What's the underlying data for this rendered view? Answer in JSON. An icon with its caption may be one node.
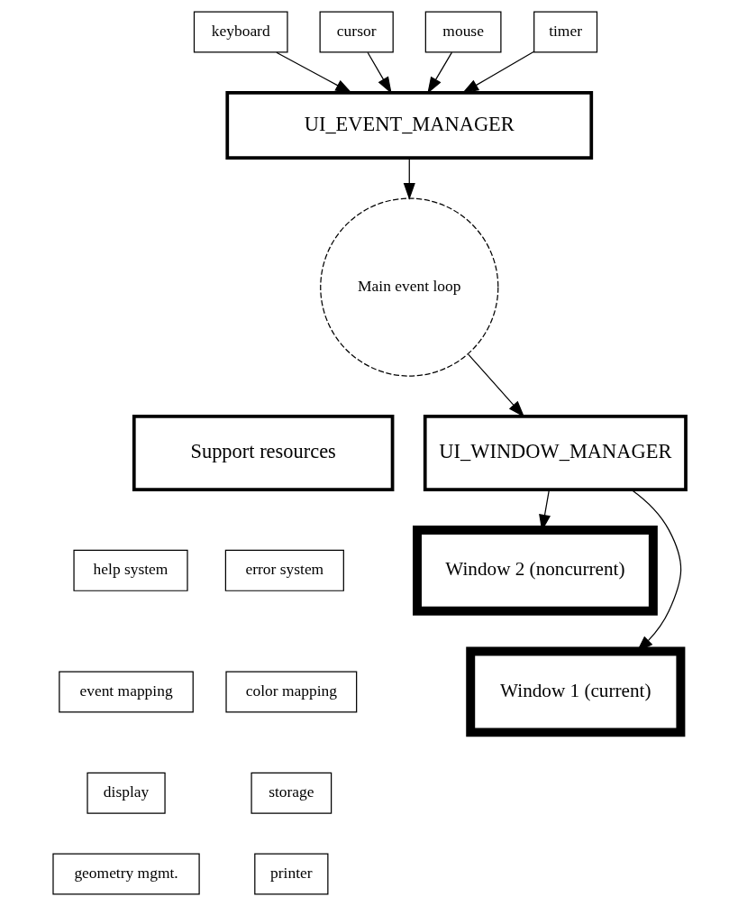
{
  "diagram": {
    "nodes": [
      {
        "text": [
          "keyboard"
        ]
      },
      {
        "text": [
          "cursor"
        ]
      },
      {
        "text": [
          "mouse"
        ]
      },
      {
        "text": [
          "timer"
        ]
      },
      {
        "text": [
          "UI_EVENT_MANAGER"
        ]
      },
      {
        "text": [
          "Main event loop"
        ]
      },
      {
        "text": [
          "Support resources"
        ]
      },
      {
        "text": [
          "UI_WINDOW_MANAGER"
        ]
      },
      {
        "text": [
          "Window 2 (noncurrent)"
        ]
      },
      {
        "text": [
          "Window 1 (current)"
        ]
      },
      {
        "text": [
          "help system"
        ]
      },
      {
        "text": [
          "error system"
        ]
      },
      {
        "text": [
          "event mapping"
        ]
      },
      {
        "text": [
          "color mapping"
        ]
      },
      {
        "text": [
          "display"
        ]
      },
      {
        "text": [
          "storage"
        ]
      },
      {
        "text": [
          "geometry mgmt."
        ]
      },
      {
        "text": [
          "printer"
        ]
      }
    ],
    "edges": [
      {
        "from": 0,
        "to": 4,
        "arrow": "to"
      },
      {
        "from": 1,
        "to": 4,
        "arrow": "to"
      },
      {
        "from": 2,
        "to": 4,
        "arrow": "to"
      },
      {
        "from": 3,
        "to": 4,
        "arrow": "to"
      },
      {
        "from": 4,
        "to": 5,
        "arrow": "to"
      },
      {
        "from": 5,
        "to": 7,
        "arrow": "to"
      },
      {
        "from": 7,
        "to": 8,
        "arrow": "to"
      },
      {
        "from": 7,
        "to": 9,
        "arrow": "to"
      }
    ]
  }
}
